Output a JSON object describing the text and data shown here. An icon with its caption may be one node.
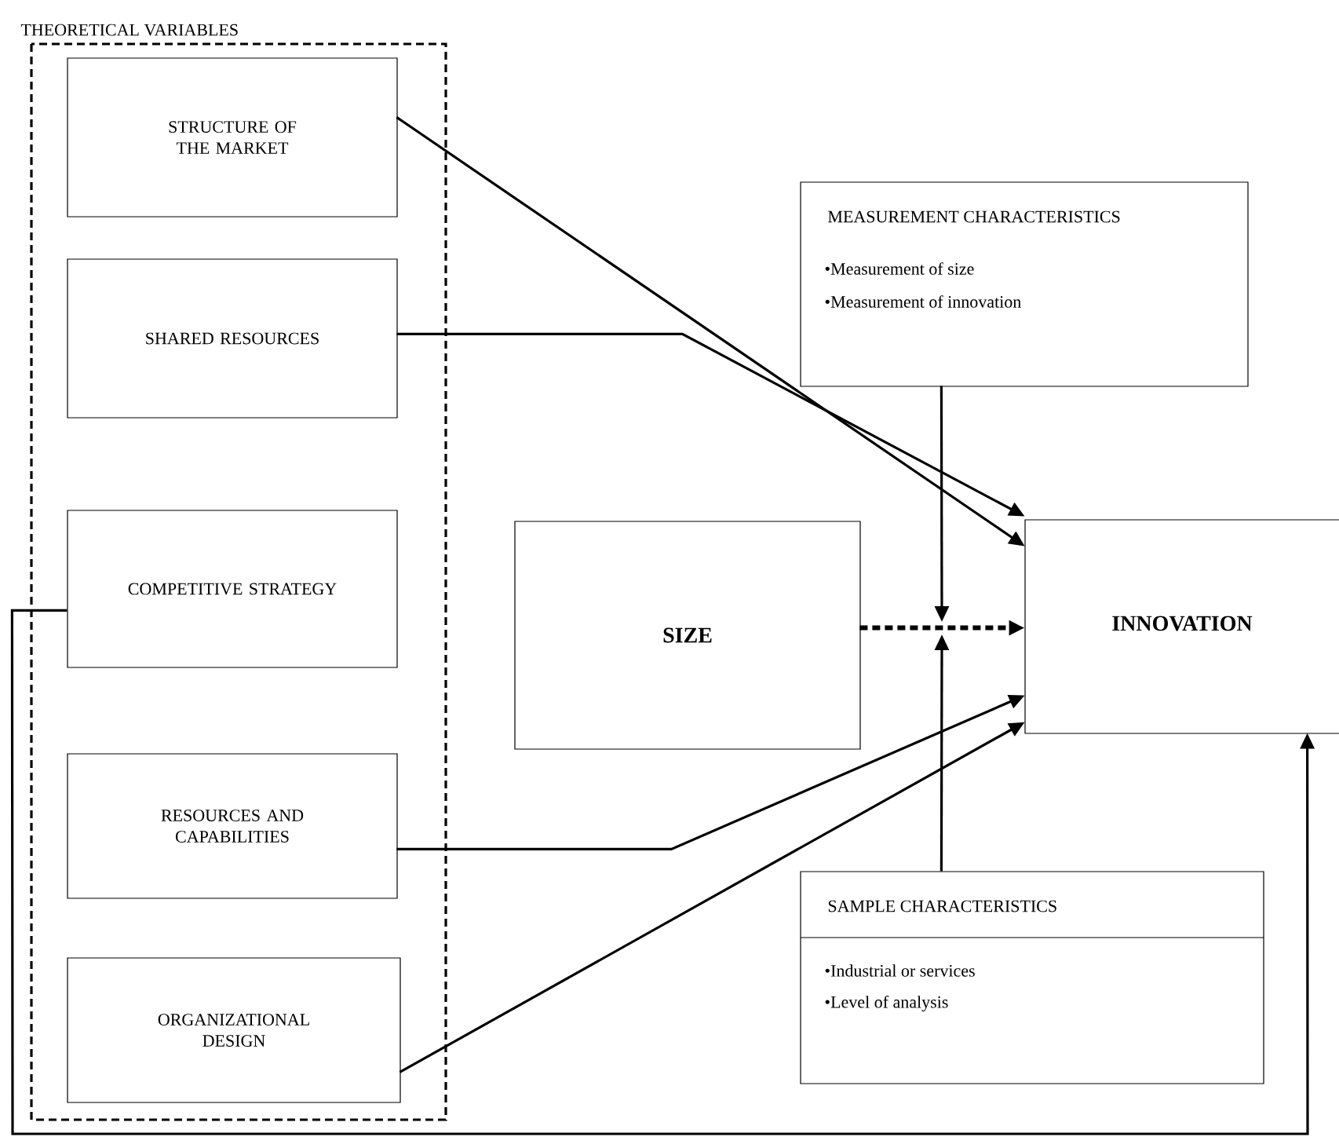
{
  "diagram": {
    "nodes": [
      {
        "text": [
          "THEORETICAL VARIABLES"
        ]
      },
      {
        "text": [
          "STRUCTURE OF THE MARKET"
        ],
        "in": 0
      },
      {
        "text": [
          "SHARED RESOURCES"
        ],
        "in": 0
      },
      {
        "text": [
          "COMPETITIVE STRATEGY"
        ],
        "in": 0
      },
      {
        "text": [
          "RESOURCES AND CAPABILITIES"
        ],
        "in": 0
      },
      {
        "text": [
          "ORGANIZATIONAL DESIGN"
        ],
        "in": 0
      },
      {
        "text": [
          "MEASUREMENT CHARACTERISTICS",
          "•Measurement of size",
          "•Measurement of innovation"
        ]
      },
      {
        "text": [
          "SIZE"
        ]
      },
      {
        "text": [
          "INNOVATION"
        ]
      },
      {
        "text": [
          "SAMPLE CHARACTERISTICS",
          "•Industrial or services",
          "•Level of analysis"
        ]
      }
    ],
    "edges": [
      {
        "from": 1,
        "to": 8,
        "arrow": "to"
      },
      {
        "from": 2,
        "to": 8,
        "arrow": "to"
      },
      {
        "from": 6,
        "to": null,
        "arrow": "to"
      },
      {
        "from": 9,
        "to": null,
        "arrow": "to"
      },
      {
        "from": 7,
        "to": 8,
        "arrow": "to",
        "style": "dashed"
      },
      {
        "from": 4,
        "to": 8,
        "arrow": "to"
      },
      {
        "from": 5,
        "to": 8,
        "arrow": "to"
      },
      {
        "from": 3,
        "to": 8,
        "arrow": "to"
      }
    ]
  }
}
